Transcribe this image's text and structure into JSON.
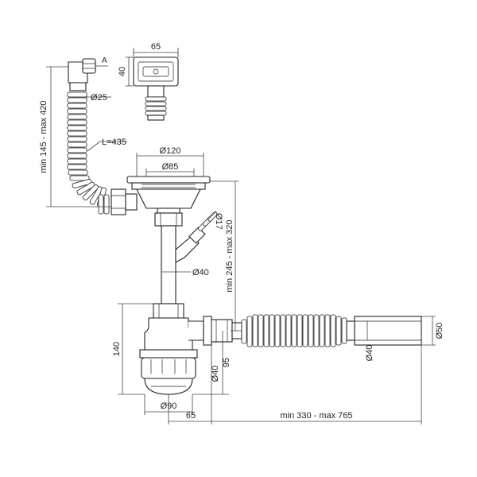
{
  "drawing": {
    "labels": {
      "top_width": "65",
      "top_height": "40",
      "overflow_marker": "A",
      "overflow_diameter": "Ø25",
      "overflow_hose_range": "min 145 - max 420",
      "hose_length": "L=435",
      "outer_diameter": "Ø120",
      "grate_diameter": "Ø85",
      "pipe_diameter": "Ø40",
      "branch_diameter": "Ø17",
      "height_range": "min 245 - max 320",
      "trap_height": "140",
      "outlet_diameter": "Ø40",
      "outlet_height": "95",
      "bottom_diameter": "Ø90",
      "outlet_offset": "65",
      "drain_length_range": "min 330 - max 765",
      "corrugated_diameter": "Ø40",
      "end_diameter": "Ø50"
    }
  }
}
